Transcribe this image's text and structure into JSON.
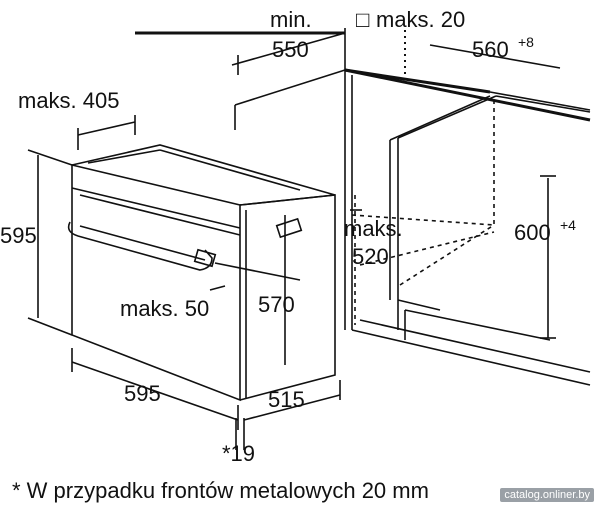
{
  "labels": {
    "min_550_top": "min.",
    "min_550_val": "550",
    "maks_20": "maks. 20",
    "dim_560": "560",
    "dim_560_sup": "+8",
    "maks_405": "maks. 405",
    "dim_595_left": "595",
    "maks_520_top": "maks.",
    "maks_520_val": "520",
    "dim_600": "600",
    "dim_600_sup": "+4",
    "maks_50": "maks. 50",
    "dim_570": "570",
    "dim_595_bottom": "595",
    "dim_515": "515",
    "note_19": "*19"
  },
  "footnote": "* W przypadku frontów metalowych 20 mm",
  "watermark": "catalog.onliner.by",
  "square_symbol": "□"
}
